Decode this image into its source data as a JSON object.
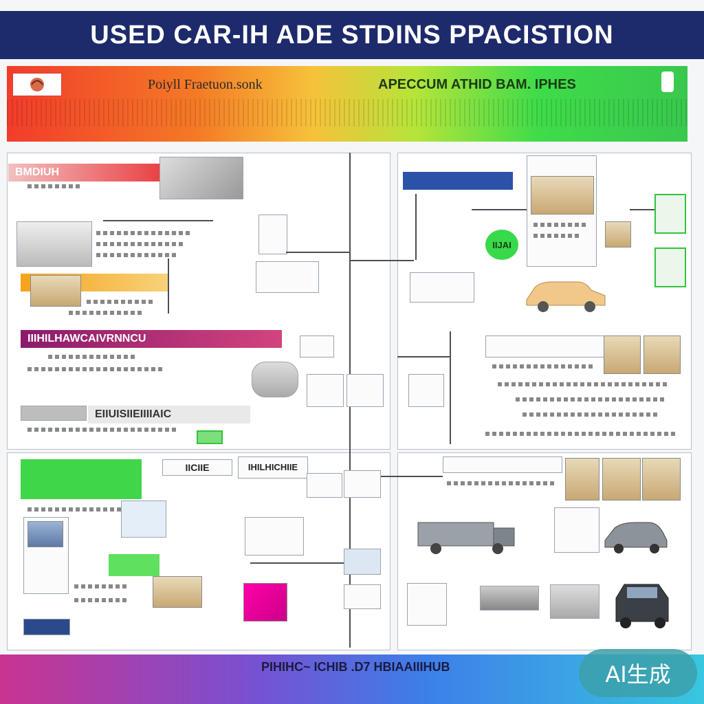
{
  "title": "USED CAR-IH ADE STDINS PPACISTION",
  "banner": {
    "left_label": "Poiyll Fraetuon.sonk",
    "right_label": "APECCUM ATHID BAM. IPHES"
  },
  "sections": {
    "red_strip": "BMDIUH",
    "magenta_strip": "IIIHILHAWCAIVRNNCU",
    "gray_strip": "EIIUISIIEIIIIAIC",
    "green_tab": "IICIIE",
    "green_panel_label": "IHILHICHIIE",
    "green_circle": "IIJAI"
  },
  "footer": {
    "text": "PIHIHC~ ICHIB .D7 HBIAAIIIHUB"
  },
  "badge": {
    "text": "AI生成"
  },
  "colors": {
    "title_bg": "#1d2a6b",
    "footer_from": "#c9348f",
    "footer_to": "#38c7e0"
  }
}
